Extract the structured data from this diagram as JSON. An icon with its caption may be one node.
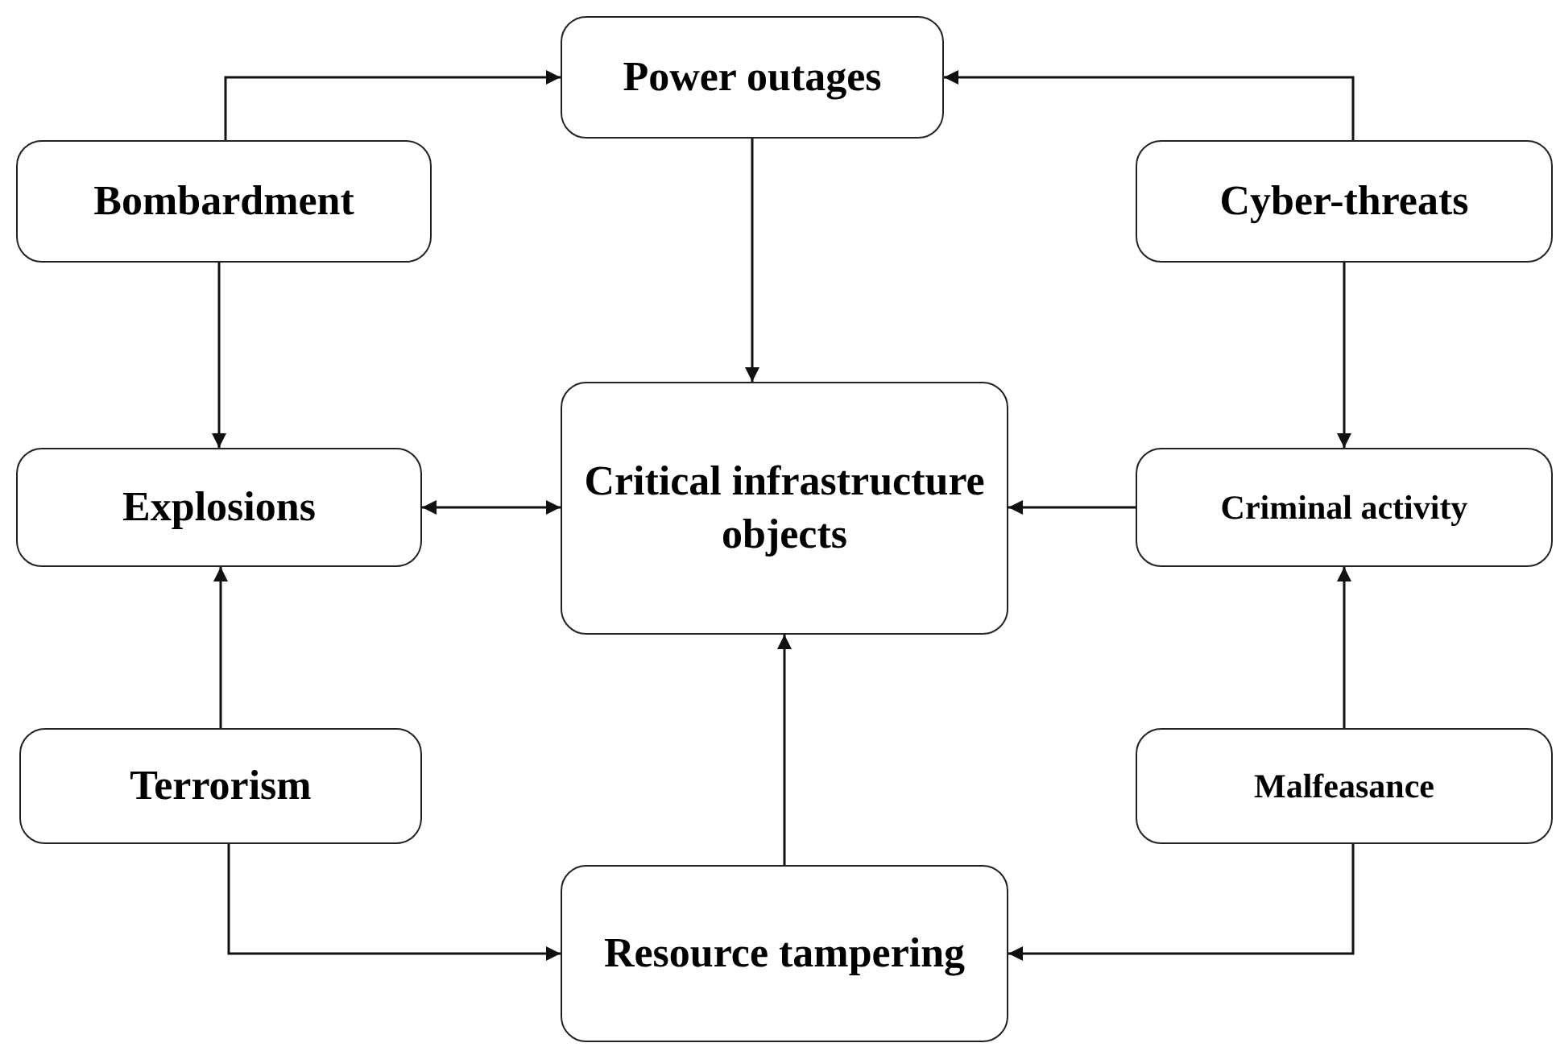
{
  "diagram": {
    "nodes": [
      {
        "text": [
          "Power outages"
        ]
      },
      {
        "text": [
          "Bombardment"
        ]
      },
      {
        "text": [
          "Cyber-threats"
        ]
      },
      {
        "text": [
          "Critical infrastructure objects"
        ]
      },
      {
        "text": [
          "Explosions"
        ]
      },
      {
        "text": [
          "Criminal activity"
        ]
      },
      {
        "text": [
          "Terrorism"
        ]
      },
      {
        "text": [
          "Malfeasance"
        ]
      },
      {
        "text": [
          "Resource tampering"
        ]
      }
    ],
    "edges": [
      {
        "from": 1,
        "to": 0,
        "arrow": "to"
      },
      {
        "from": 2,
        "to": 0,
        "arrow": "to"
      },
      {
        "from": 0,
        "to": 3,
        "arrow": "to"
      },
      {
        "from": 1,
        "to": 4,
        "arrow": "to"
      },
      {
        "from": 2,
        "to": 5,
        "arrow": "to"
      },
      {
        "from": 4,
        "to": 3,
        "arrow": "both"
      },
      {
        "from": 5,
        "to": 3,
        "arrow": "to"
      },
      {
        "from": 6,
        "to": 4,
        "arrow": "to"
      },
      {
        "from": 7,
        "to": 5,
        "arrow": "to"
      },
      {
        "from": 6,
        "to": 8,
        "arrow": "to"
      },
      {
        "from": 7,
        "to": 8,
        "arrow": "to"
      },
      {
        "from": 8,
        "to": 3,
        "arrow": "to"
      }
    ]
  }
}
